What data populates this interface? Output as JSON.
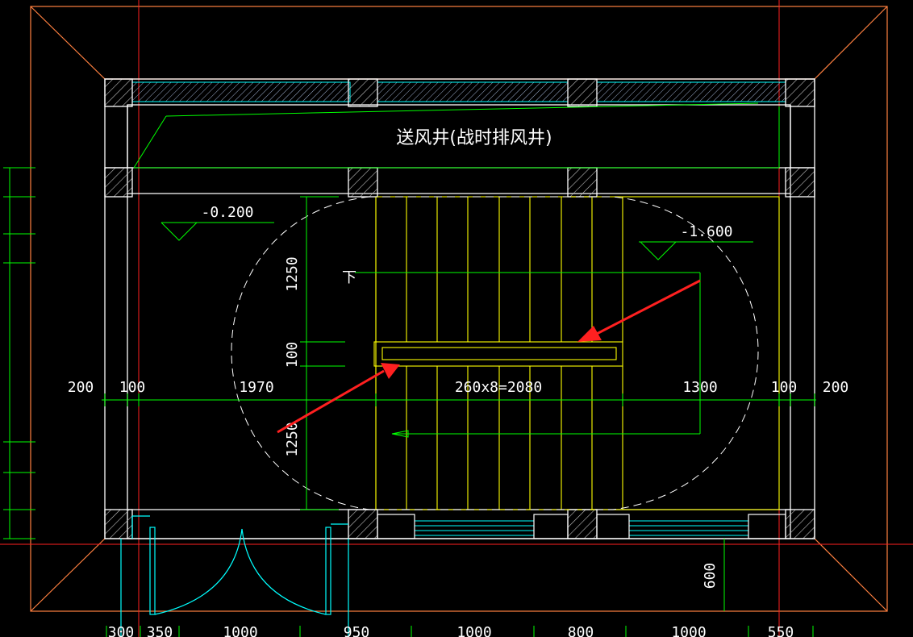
{
  "title": "送风井(战时排风井)",
  "levels": {
    "left": "-0.200",
    "right": "-1.600"
  },
  "stair": {
    "direction_label": "下"
  },
  "dims_horizontal_mid": [
    "200",
    "100",
    "1970",
    "260x8=2080",
    "1300",
    "100",
    "200"
  ],
  "dims_bottom": [
    "300",
    "350",
    "1000",
    "950",
    "1000",
    "800",
    "1000",
    "550"
  ],
  "dims_vertical": {
    "upper": "1250",
    "middle": "100",
    "lower": "1250",
    "right": "600"
  },
  "colors": {
    "background": "#000000",
    "wall": "#ffffff",
    "dimension": "#00ff00",
    "stair": "#ffff00",
    "grid_axis": "#ff0000",
    "outline": "#ff8040",
    "window": "#00ffff",
    "arrow": "#ff2020",
    "hatch": "#c0c0c0"
  }
}
